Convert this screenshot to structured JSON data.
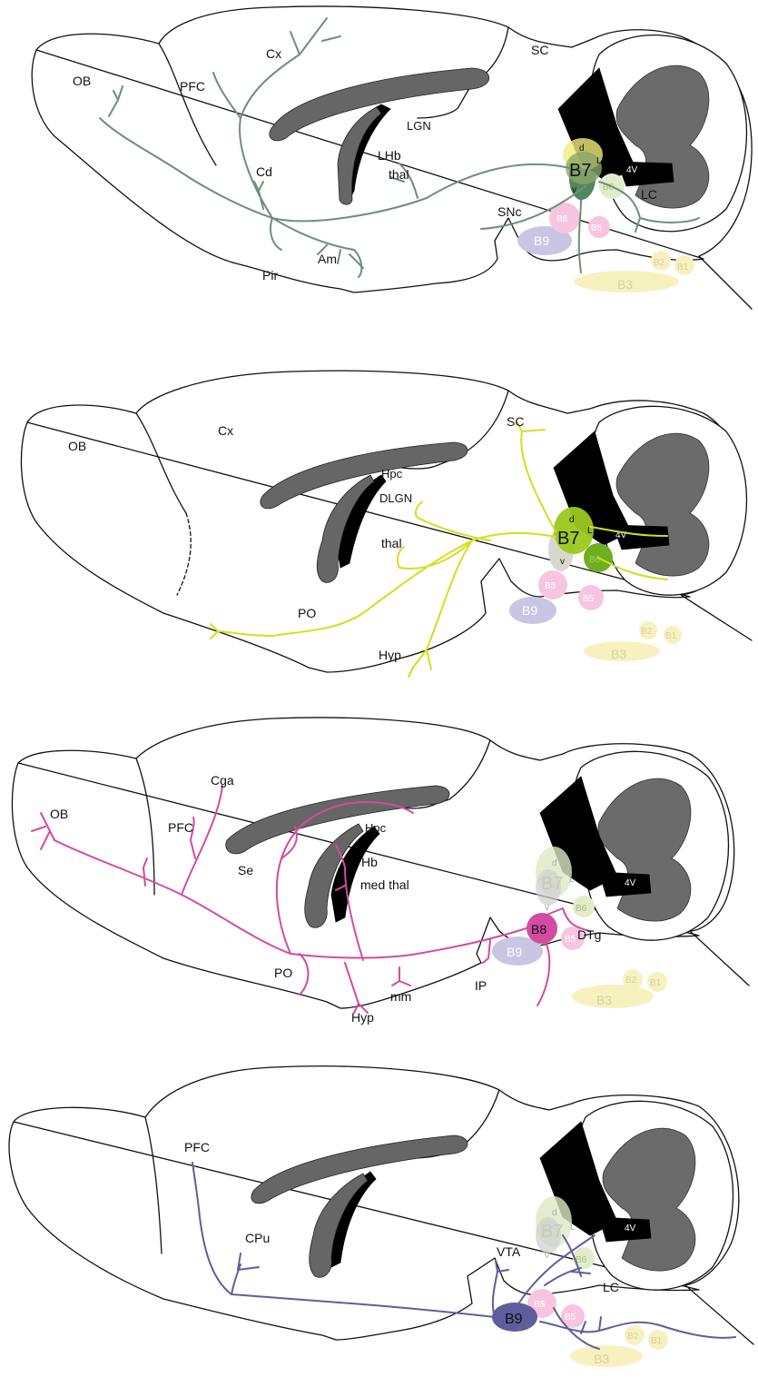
{
  "colors": {
    "b7_green": "#6f8f7a",
    "b6_yellow": "#d4de1e",
    "b8_magenta": "#d44ba2",
    "b9_purple": "#5f5e9c",
    "b8_pink": "#f6c5df",
    "b9_lavender": "#c8c6e2",
    "b3_yellow": "#f7f1c0",
    "b7_dark": "#3e7a4f"
  },
  "common": {
    "fourth_ventricle": "4V",
    "b1": "B1",
    "b2": "B2",
    "b3": "B3",
    "b5": "B5",
    "b6": "B6",
    "b7": "B7",
    "b8": "B8",
    "b9": "B9",
    "dorsal": "d",
    "ventral": "v",
    "lateral": "L"
  },
  "panel1": {
    "labels": {
      "ob": "OB",
      "pfc": "PFC",
      "cx": "Cx",
      "cd": "Cd",
      "pir": "Pir",
      "am": "Am",
      "lgn": "LGN",
      "lhb": "LHb",
      "thal": "thal",
      "snc": "SNc",
      "sc": "SC",
      "lc": "LC"
    }
  },
  "panel2": {
    "labels": {
      "ob": "OB",
      "cx": "Cx",
      "hpc": "Hpc",
      "dlgn": "DLGN",
      "thal": "thal",
      "po": "PO",
      "hyp": "Hyp",
      "sc": "SC"
    }
  },
  "panel3": {
    "labels": {
      "ob": "OB",
      "pfc": "PFC",
      "cga": "Cga",
      "se": "Se",
      "hpc": "Hpc",
      "hb": "Hb",
      "med_thal": "med thal",
      "po": "PO",
      "hyp": "Hyp",
      "mm": "mm",
      "ip": "IP",
      "dtg": "DTg"
    }
  },
  "panel4": {
    "labels": {
      "pfc": "PFC",
      "cpu": "CPu",
      "vta": "VTA",
      "lc": "LC"
    }
  }
}
